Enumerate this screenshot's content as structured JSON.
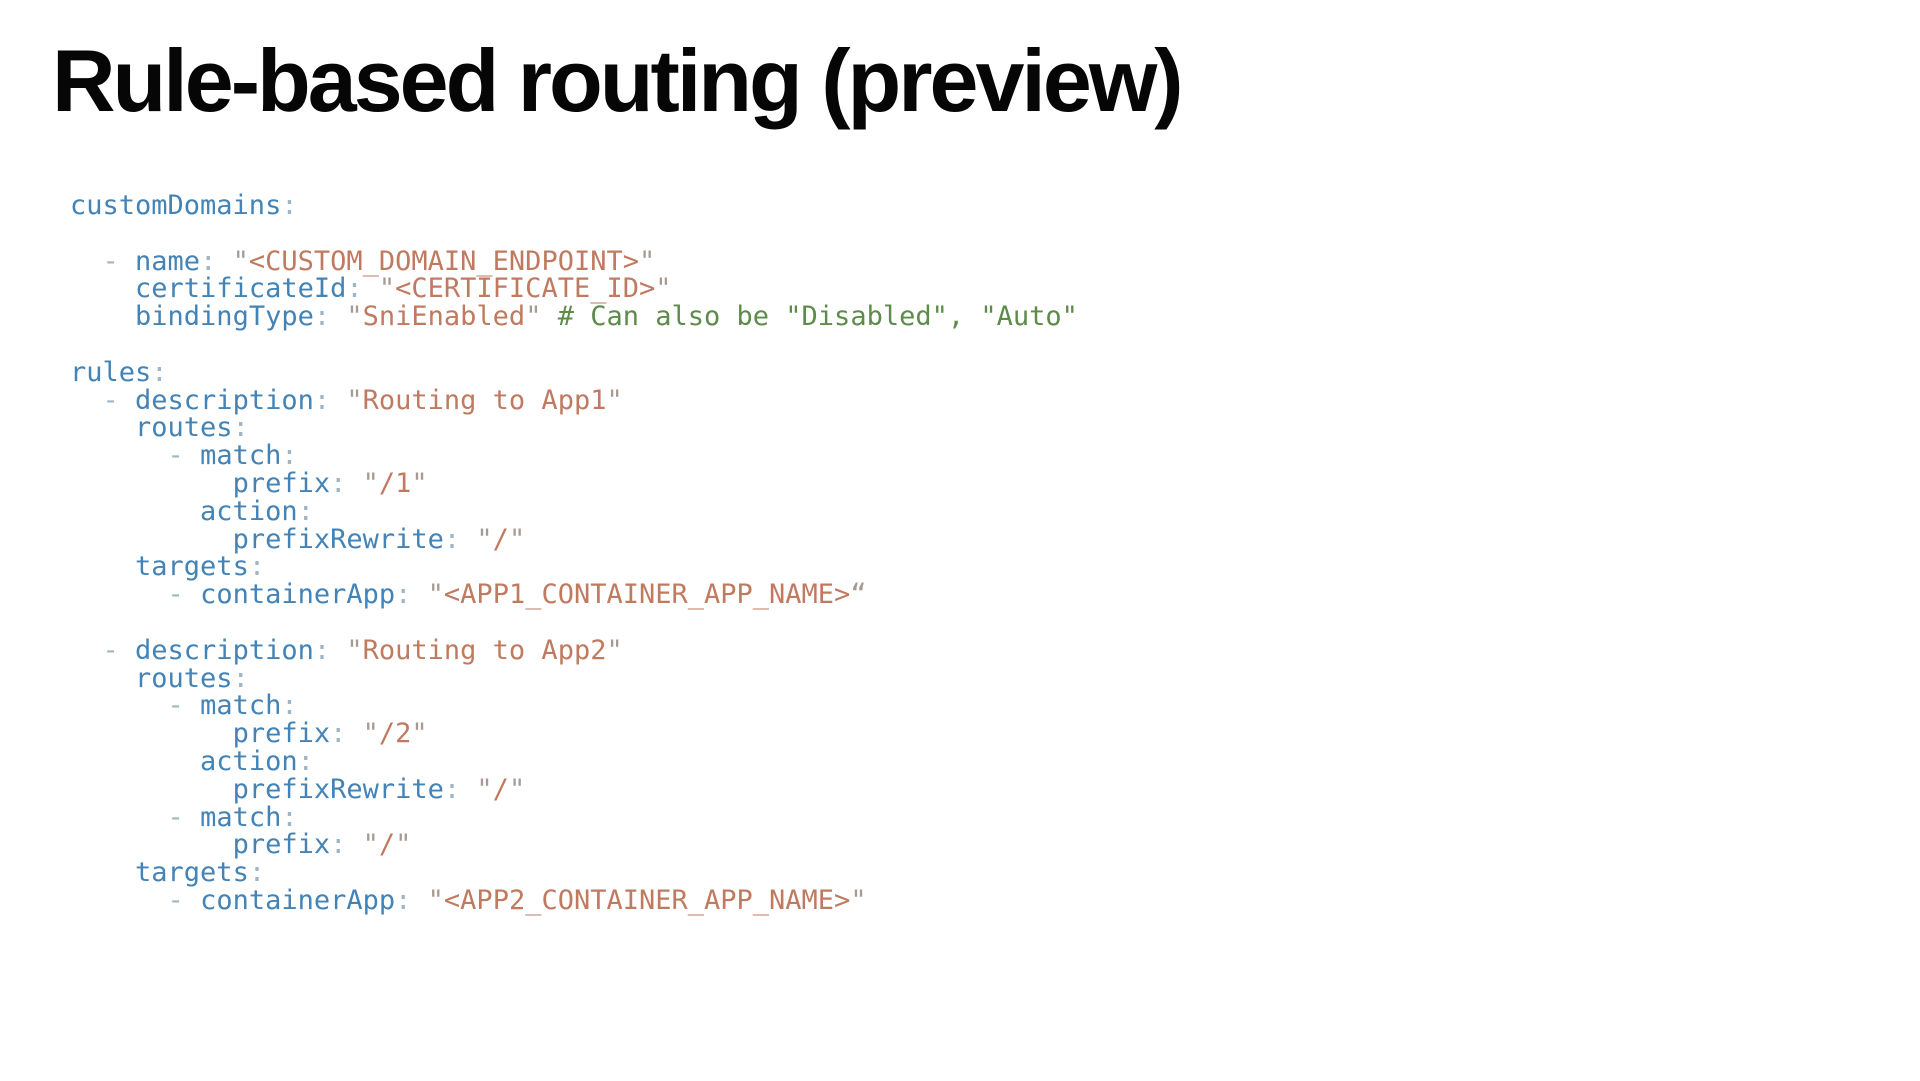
{
  "title": "Rule-based routing (preview)",
  "code": {
    "language": "yaml",
    "colors": {
      "key": "#4383b6",
      "punct": "#9fb6c7",
      "quote": "#a59a94",
      "string": "#c07a60",
      "comment": "#5d8b4a"
    },
    "lines": [
      [
        [
          "k",
          "customDomains"
        ],
        [
          "p",
          ":"
        ]
      ],
      [],
      [
        [
          "w",
          "  "
        ],
        [
          "p",
          "- "
        ],
        [
          "k",
          "name"
        ],
        [
          "p",
          ": "
        ],
        [
          "q",
          "\""
        ],
        [
          "s",
          "<CUSTOM_DOMAIN_ENDPOINT>"
        ],
        [
          "q",
          "\""
        ]
      ],
      [
        [
          "w",
          "    "
        ],
        [
          "k",
          "certificateId"
        ],
        [
          "p",
          ": "
        ],
        [
          "q",
          "\""
        ],
        [
          "s",
          "<CERTIFICATE_ID>"
        ],
        [
          "q",
          "\""
        ]
      ],
      [
        [
          "w",
          "    "
        ],
        [
          "k",
          "bindingType"
        ],
        [
          "p",
          ": "
        ],
        [
          "q",
          "\""
        ],
        [
          "s",
          "SniEnabled"
        ],
        [
          "q",
          "\""
        ],
        [
          "w",
          " "
        ],
        [
          "c",
          "# Can also be \"Disabled\", \"Auto\""
        ]
      ],
      [],
      [
        [
          "k",
          "rules"
        ],
        [
          "p",
          ":"
        ]
      ],
      [
        [
          "w",
          "  "
        ],
        [
          "p",
          "- "
        ],
        [
          "k",
          "description"
        ],
        [
          "p",
          ": "
        ],
        [
          "q",
          "\""
        ],
        [
          "s",
          "Routing to App1"
        ],
        [
          "q",
          "\""
        ]
      ],
      [
        [
          "w",
          "    "
        ],
        [
          "k",
          "routes"
        ],
        [
          "p",
          ":"
        ]
      ],
      [
        [
          "w",
          "      "
        ],
        [
          "p",
          "- "
        ],
        [
          "k",
          "match"
        ],
        [
          "p",
          ":"
        ]
      ],
      [
        [
          "w",
          "          "
        ],
        [
          "k",
          "prefix"
        ],
        [
          "p",
          ": "
        ],
        [
          "q",
          "\""
        ],
        [
          "s",
          "/1"
        ],
        [
          "q",
          "\""
        ]
      ],
      [
        [
          "w",
          "        "
        ],
        [
          "k",
          "action"
        ],
        [
          "p",
          ":"
        ]
      ],
      [
        [
          "w",
          "          "
        ],
        [
          "k",
          "prefixRewrite"
        ],
        [
          "p",
          ": "
        ],
        [
          "q",
          "\""
        ],
        [
          "s",
          "/"
        ],
        [
          "q",
          "\""
        ]
      ],
      [
        [
          "w",
          "    "
        ],
        [
          "k",
          "targets"
        ],
        [
          "p",
          ":"
        ]
      ],
      [
        [
          "w",
          "      "
        ],
        [
          "p",
          "- "
        ],
        [
          "k",
          "containerApp"
        ],
        [
          "p",
          ": "
        ],
        [
          "q",
          "\""
        ],
        [
          "s",
          "<APP1_CONTAINER_APP_NAME>"
        ],
        [
          "q",
          "“"
        ]
      ],
      [],
      [
        [
          "w",
          "  "
        ],
        [
          "p",
          "- "
        ],
        [
          "k",
          "description"
        ],
        [
          "p",
          ": "
        ],
        [
          "q",
          "\""
        ],
        [
          "s",
          "Routing to App2"
        ],
        [
          "q",
          "\""
        ]
      ],
      [
        [
          "w",
          "    "
        ],
        [
          "k",
          "routes"
        ],
        [
          "p",
          ":"
        ]
      ],
      [
        [
          "w",
          "      "
        ],
        [
          "p",
          "- "
        ],
        [
          "k",
          "match"
        ],
        [
          "p",
          ":"
        ]
      ],
      [
        [
          "w",
          "          "
        ],
        [
          "k",
          "prefix"
        ],
        [
          "p",
          ": "
        ],
        [
          "q",
          "\""
        ],
        [
          "s",
          "/2"
        ],
        [
          "q",
          "\""
        ]
      ],
      [
        [
          "w",
          "        "
        ],
        [
          "k",
          "action"
        ],
        [
          "p",
          ":"
        ]
      ],
      [
        [
          "w",
          "          "
        ],
        [
          "k",
          "prefixRewrite"
        ],
        [
          "p",
          ": "
        ],
        [
          "q",
          "\""
        ],
        [
          "s",
          "/"
        ],
        [
          "q",
          "\""
        ]
      ],
      [
        [
          "w",
          "      "
        ],
        [
          "p",
          "- "
        ],
        [
          "k",
          "match"
        ],
        [
          "p",
          ":"
        ]
      ],
      [
        [
          "w",
          "          "
        ],
        [
          "k",
          "prefix"
        ],
        [
          "p",
          ": "
        ],
        [
          "q",
          "\""
        ],
        [
          "s",
          "/"
        ],
        [
          "q",
          "\""
        ]
      ],
      [
        [
          "w",
          "    "
        ],
        [
          "k",
          "targets"
        ],
        [
          "p",
          ":"
        ]
      ],
      [
        [
          "w",
          "      "
        ],
        [
          "p",
          "- "
        ],
        [
          "k",
          "containerApp"
        ],
        [
          "p",
          ": "
        ],
        [
          "q",
          "\""
        ],
        [
          "s",
          "<APP2_CONTAINER_APP_NAME>"
        ],
        [
          "q",
          "\""
        ]
      ]
    ]
  }
}
